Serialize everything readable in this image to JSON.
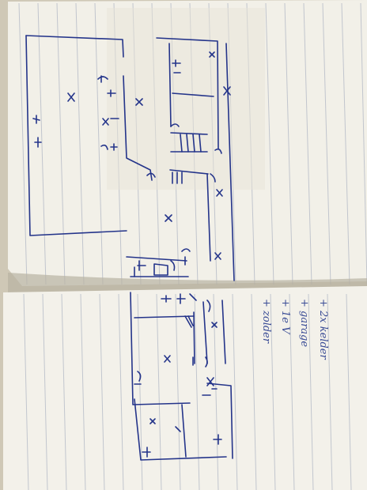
{
  "image": {
    "subject": "hand-drawn floor plan sketch in a lined notebook",
    "ink_color": "#24348a",
    "paper_color": "#f1efe6"
  },
  "note": {
    "lines": [
      "+ 2x kelder",
      "+ garage",
      "+ 1e V",
      "+ zolder"
    ]
  }
}
